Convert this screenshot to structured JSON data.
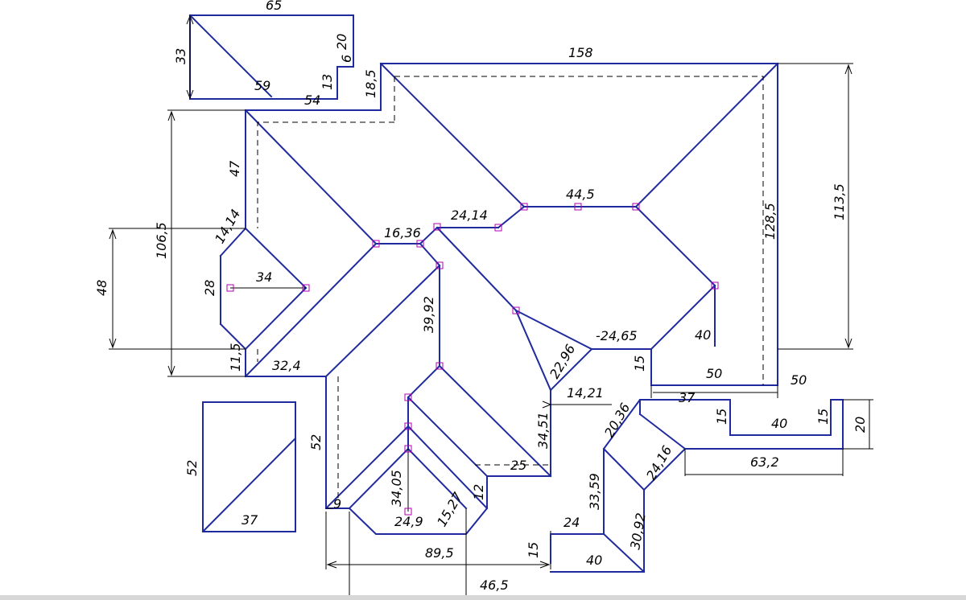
{
  "colors": {
    "outline": "#1f2a9e",
    "dimension": "#000000",
    "vertex_marker": "#b000b0",
    "background": "#ffffff"
  },
  "dims": {
    "d65": "65",
    "d33": "33",
    "d20a": "20",
    "d6": "6",
    "d13": "13",
    "d59": "59",
    "d54": "54",
    "d18_5": "18,5",
    "d158": "158",
    "d113_5": "113,5",
    "d128_5": "128,5",
    "d44_5": "44,5",
    "d24_14": "24,14",
    "d16_36": "16,36",
    "d47": "47",
    "d14_14": "14,14",
    "d106_5": "106,5",
    "d48": "48",
    "d34a": "34",
    "d28": "28",
    "d11_5": "11,5",
    "d32_4": "32,4",
    "d39_92": "39,92",
    "d22_96": "22,96",
    "d24_65": "-24,65",
    "d40a": "40",
    "d50a": "50",
    "d15a": "15",
    "d50b": "50",
    "d14_21": "14,21",
    "d37a": "37",
    "d15b": "15",
    "d40b": "40",
    "d15c": "15",
    "d20b": "20",
    "d20_36": "20,36",
    "d24_16": "24,16",
    "d63_2": "63,2",
    "d52a": "52",
    "d37b": "37",
    "d52b": "52",
    "d34_51": "34,51",
    "d25": "25",
    "d12": "12",
    "d34_05": "34,05",
    "d15_27": "15,27",
    "d24_9": "24,9",
    "d9": "9",
    "d89_5": "89,5",
    "d46_5": "46,5",
    "d33_59": "33,59",
    "d24": "24",
    "d30_92": "30,92",
    "d15d": "15",
    "d40c": "40"
  }
}
